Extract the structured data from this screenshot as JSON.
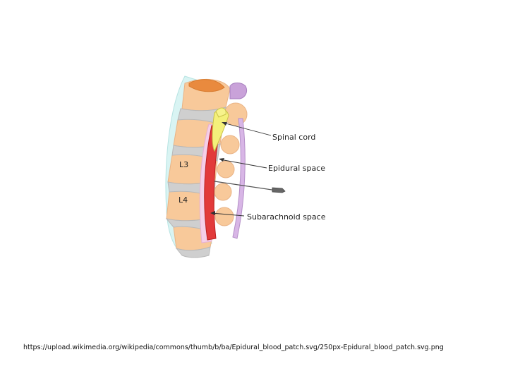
{
  "diagram": {
    "vertebra_labels": [
      "L3",
      "L4"
    ],
    "callouts": {
      "spinal_cord": "Spinal cord",
      "epidural_space": "Epidural space",
      "subarachnoid_space": "Subarachnoid space"
    }
  },
  "source_url": "https://upload.wikimedia.org/wikipedia/commons/thumb/b/ba/Epidural_blood_patch.svg/250px-Epidural_blood_patch.svg.png",
  "colors": {
    "bone": "#f8c99a",
    "disc": "#c9c9c9",
    "ligament": "#d6f2f2",
    "dura": "#e23b3b",
    "cord": "#f4f07a",
    "pink_space": "#f6d0ea",
    "purple": "#c8a0d8",
    "orange_top": "#e98a3e"
  }
}
